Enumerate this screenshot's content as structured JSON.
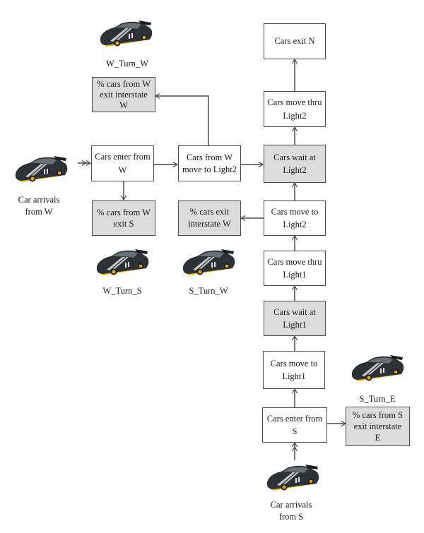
{
  "nodes": {
    "cars_exit_n": {
      "text": "Cars exit N",
      "shaded": false
    },
    "cars_move_thru_light2": {
      "text": "Cars move thru\nLight2",
      "shaded": false
    },
    "cars_wait_at_light2": {
      "text": "Cars wait at\nLight2",
      "shaded": true
    },
    "cars_move_to_light2": {
      "text": "Cars move to\nLight2",
      "shaded": false
    },
    "cars_move_thru_light1": {
      "text": "Cars move thru\nLight1",
      "shaded": false
    },
    "cars_wait_at_light1": {
      "text": "Cars wait at\nLight1",
      "shaded": true
    },
    "cars_move_to_light1": {
      "text": "Cars move to\nLight1",
      "shaded": false
    },
    "cars_enter_from_s": {
      "text": "Cars enter from\nS",
      "shaded": false
    },
    "pct_from_s_exit_e": {
      "text": "% cars from S\nexit interstate\nE",
      "shaded": true
    },
    "cars_enter_from_w": {
      "text": "Cars enter from\nW",
      "shaded": false
    },
    "cars_from_w_move_to_light2": {
      "text": "Cars from W\nmove to Light2",
      "shaded": false
    },
    "pct_from_w_exit_interstate_w": {
      "text": "% cars from W\nexit interstate\nW",
      "shaded": true
    },
    "pct_from_w_exit_s": {
      "text": "% cars from W\nexit S",
      "shaded": true
    },
    "pct_exit_interstate_w": {
      "text": "% cars exit\ninterstate W",
      "shaded": true
    }
  },
  "cars": {
    "w_turn_w": {
      "label": "W_Turn_W",
      "icon": "race-car-icon"
    },
    "car_arrivals_w": {
      "label": "Car arrivals\nfrom W",
      "icon": "race-car-icon"
    },
    "w_turn_s": {
      "label": "W_Turn_S",
      "icon": "race-car-icon"
    },
    "s_turn_w": {
      "label": "S_Turn_W",
      "icon": "race-car-icon"
    },
    "s_turn_e": {
      "label": "S_Turn_E",
      "icon": "race-car-icon"
    },
    "car_arrivals_s": {
      "label": "Car arrivals\nfrom S",
      "icon": "race-car-icon"
    }
  },
  "edges": [
    {
      "from": "car_arrivals_w",
      "to": "cars_enter_from_w",
      "style": "double-arrow"
    },
    {
      "from": "cars_enter_from_w",
      "to": "cars_from_w_move_to_light2",
      "style": "arrow"
    },
    {
      "from": "cars_enter_from_w",
      "to": "pct_from_w_exit_s",
      "style": "arrow"
    },
    {
      "from": "cars_from_w_move_to_light2",
      "to": "pct_from_w_exit_interstate_w",
      "style": "arrow"
    },
    {
      "from": "cars_from_w_move_to_light2",
      "to": "cars_wait_at_light2",
      "style": "arrow"
    },
    {
      "from": "car_arrivals_s",
      "to": "cars_enter_from_s",
      "style": "double-arrow"
    },
    {
      "from": "cars_enter_from_s",
      "to": "cars_move_to_light1",
      "style": "arrow"
    },
    {
      "from": "cars_enter_from_s",
      "to": "pct_from_s_exit_e",
      "style": "arrow"
    },
    {
      "from": "cars_move_to_light1",
      "to": "cars_wait_at_light1",
      "style": "arrow"
    },
    {
      "from": "cars_wait_at_light1",
      "to": "cars_move_thru_light1",
      "style": "arrow"
    },
    {
      "from": "cars_move_thru_light1",
      "to": "cars_move_to_light2",
      "style": "arrow"
    },
    {
      "from": "cars_move_to_light2",
      "to": "pct_exit_interstate_w",
      "style": "arrow"
    },
    {
      "from": "cars_move_to_light2",
      "to": "cars_wait_at_light2",
      "style": "arrow"
    },
    {
      "from": "cars_wait_at_light2",
      "to": "cars_move_thru_light2",
      "style": "arrow"
    },
    {
      "from": "cars_move_thru_light2",
      "to": "cars_exit_n",
      "style": "arrow"
    }
  ],
  "colors": {
    "shaded_fill": "#dcdcdc",
    "border": "#4a4a4a",
    "car_body": "#2e3236",
    "car_stripe": "#c8c8c8",
    "wheel": "#e0a800"
  }
}
